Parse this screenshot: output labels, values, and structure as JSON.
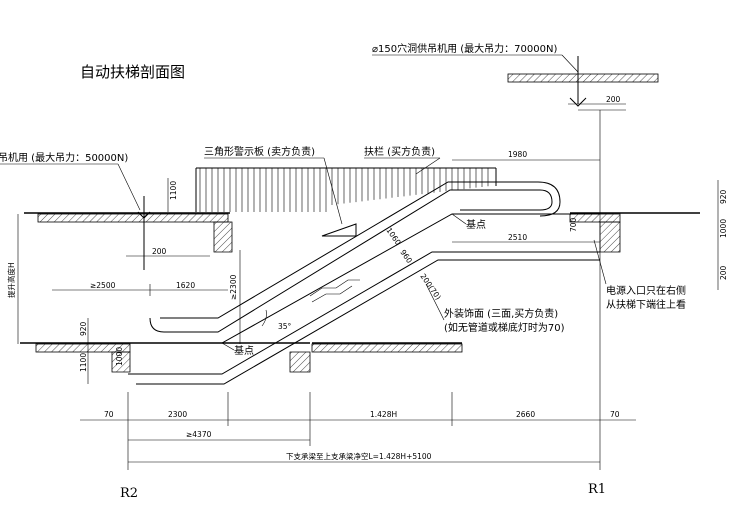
{
  "title": "自动扶梯剖面图",
  "notes": {
    "hole_top": "⌀150穴洞供吊机用 (最大吊力：70000N)",
    "hole_left": "吊机用 (最大吊力：50000N)",
    "warning_board": "三角形警示板 (卖方负责)",
    "handrail": "扶栏 (买方负责)",
    "datum_top": "基点",
    "datum_bottom": "基点",
    "power_line1": "电源入口只在右侧",
    "power_line2": "从扶梯下端往上看",
    "cladding_line1": "外装饰面 (三面,买方负责)",
    "cladding_line2": "(如无管道或梯底灯时为70)",
    "angle": "35°"
  },
  "dims": {
    "d200_top": "200",
    "d1980": "1980",
    "d920": "920",
    "d1100_top": "1100",
    "d700": "700",
    "d1000": "1000",
    "d2510": "2510",
    "d200_right": "200",
    "d200_left": "200",
    "d2300_v": "≥2300",
    "d2500": "≥2500",
    "d1620": "1620",
    "d920_left": "920",
    "d1100_left": "1100",
    "d1000_pit": "1000",
    "d1060": "1060",
    "d960": "960",
    "d200_70": "200(70)",
    "lift_height": "提升高度H",
    "b70_left": "70",
    "b2300": "2300",
    "b1428": "1.428H",
    "b2660": "2660",
    "b70_right": "70",
    "b4370": "≥4370",
    "b_total": "下支承梁至上支承梁净空L=1.428H+5100"
  },
  "axes": {
    "left": "R2",
    "right": "R1"
  }
}
